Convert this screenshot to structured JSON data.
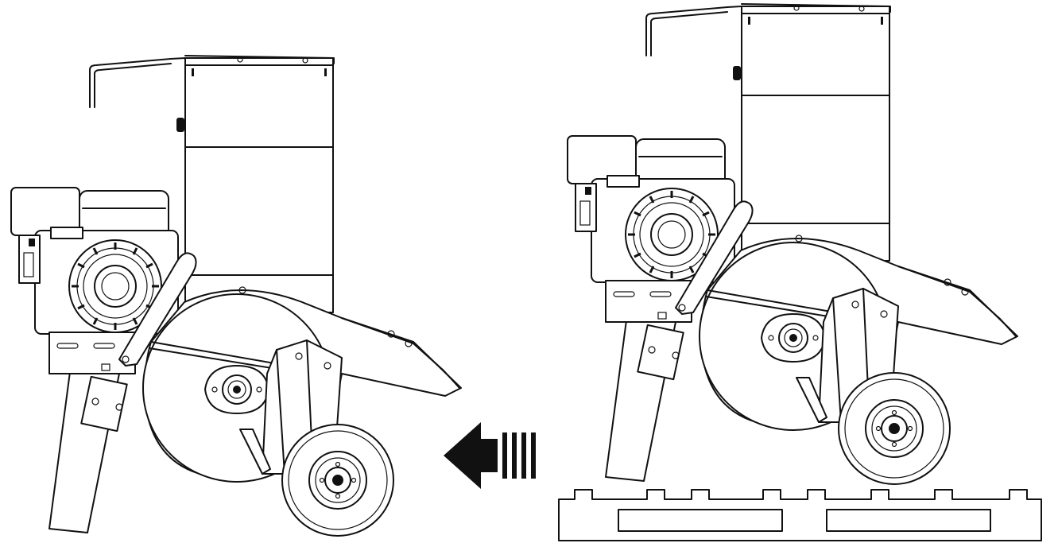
{
  "figure": {
    "panels": [
      {
        "id": "before",
        "label": ""
      },
      {
        "id": "after",
        "label": ""
      }
    ],
    "arrow": {
      "direction": "left",
      "color": "#111111"
    },
    "colors": {
      "line": "#111111",
      "background": "#ffffff"
    },
    "icons": [
      "wood-chipper-machine",
      "wooden-pallet",
      "direction-arrow-icon"
    ]
  }
}
